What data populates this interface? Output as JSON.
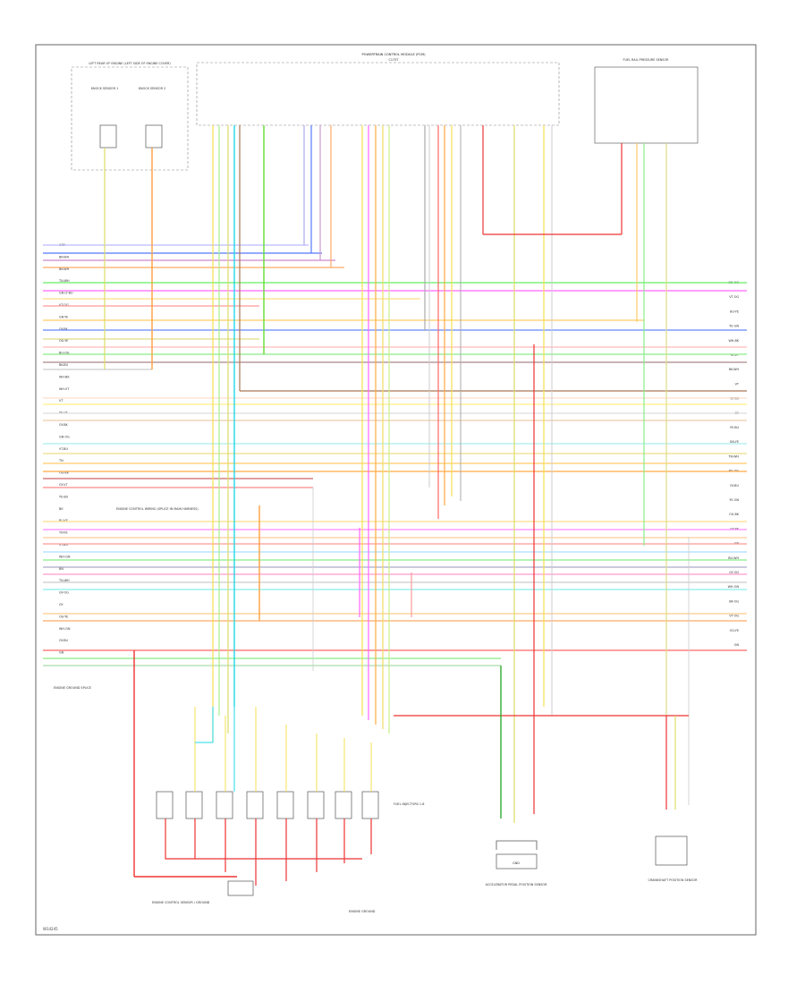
{
  "page_code": "W14245",
  "components": {
    "pcm_top": {
      "title": "POWERTRAIN CONTROL MODULE (PCM)",
      "connector": "C175T"
    },
    "knock_sensors": {
      "title": "LEFT REAR OF ENGINE (LEFT SIDE OF ENGINE COVER)",
      "sensor_a": "KNOCK SENSOR 1",
      "sensor_b": "KNOCK SENSOR 2"
    },
    "fuel_rail_sensor": {
      "title": "FUEL RAIL PRESSURE SENSOR"
    },
    "engine_ctrl_splice": {
      "label": "ENGINE CONTROL WIRING (SPLICE IN MAIN HARNESS)"
    },
    "ground_splice": {
      "label": "ENGINE GROUND SPLICE"
    },
    "injectors": {
      "label": "FUEL INJECTORS 1-8"
    },
    "engine_ctrl_bottom": {
      "label": "ENGINE CONTROL SENSOR / GROUND"
    },
    "engine_ground": {
      "label": "ENGINE GROUND"
    },
    "accel_pedal": {
      "label": "ACCELERATOR PEDAL POSITION SENSOR",
      "box": "GND"
    },
    "ckp_sensor": {
      "label": "CRANKSHAFT POSITION SENSOR"
    }
  },
  "left_wires": [
    "GRY",
    "BK-WH",
    "BK-WH",
    "TN-WH",
    "GN-LT-BU",
    "VT-OG",
    "GN-YE",
    "GY-BK",
    "OG-YE",
    "BU-OG",
    "BK-BU",
    "WH-BK",
    "WH-VT",
    "VT",
    "YE-VT",
    "GY-BK",
    "GN-OG",
    "VT-BU",
    "TN",
    "OG-BK",
    "GY-VT",
    "YE-BU",
    "BK",
    "BU-YE",
    "TN-YE",
    "VT-BU",
    "WH-GN",
    "BN",
    "TN-WH",
    "GY-OG",
    "GY",
    "OG-YE",
    "WH-GN",
    "GY-BU",
    "GN"
  ],
  "right_wires": [
    "GN-OG",
    "VT-OG",
    "BU-YE",
    "YE-GN",
    "WH-BK",
    "YE-VT",
    "BK-WH",
    "VT",
    "GY-BK",
    "GY",
    "YE-BU",
    "GN-YE",
    "TN-WH",
    "BU-OG",
    "GY-BU",
    "YE-GN",
    "OG-BK",
    "GY-BK",
    "GN",
    "BU-WH",
    "GY-OG",
    "WH-GN",
    "BK-OG",
    "VT-OG",
    "OG-YE",
    "GN"
  ],
  "colors": {
    "frame": "#555555",
    "green": "#33dd33",
    "yellow": "#f5e050",
    "orange": "#ffa040",
    "red": "#ee3333",
    "pink": "#ff66ff",
    "cyan": "#22d8e8",
    "blue": "#5577ff"
  }
}
